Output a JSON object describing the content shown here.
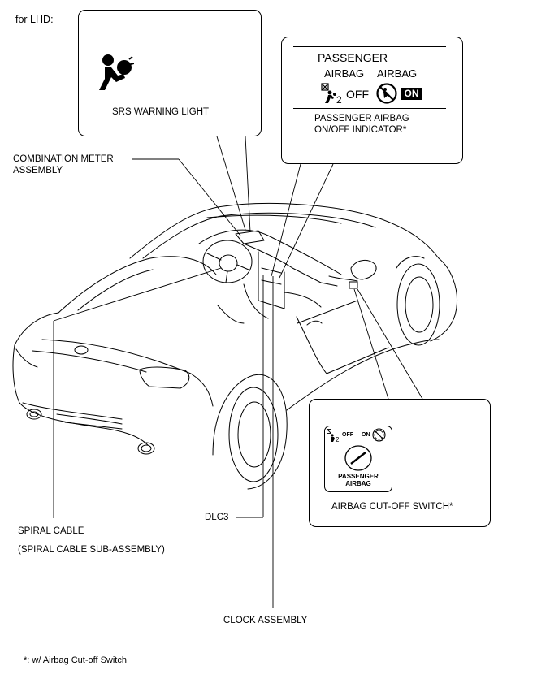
{
  "header": {
    "variant_label": "for LHD:"
  },
  "srs_callout": {
    "label": "SRS WARNING LIGHT",
    "icon": "airbag-warning-icon"
  },
  "indicator_callout": {
    "title": "PASSENGER",
    "col_left": "AIRBAG",
    "col_right": "AIRBAG",
    "off_text": "OFF",
    "on_text": "ON",
    "caption_line1": "PASSENGER AIRBAG",
    "caption_line2": "ON/OFF INDICATOR*"
  },
  "switch_callout": {
    "off_text": "OFF",
    "on_text": "ON",
    "panel_line1": "PASSENGER",
    "panel_line2": "AIRBAG",
    "caption": "AIRBAG CUT-OFF SWITCH*"
  },
  "labels": {
    "combination_meter_1": "COMBINATION METER",
    "combination_meter_2": "ASSEMBLY",
    "spiral_cable": "SPIRAL CABLE",
    "spiral_cable_sub": "(SPIRAL CABLE SUB-ASSEMBLY)",
    "dlc3": "DLC3",
    "clock_assembly": "CLOCK ASSEMBLY"
  },
  "footnote": "*: w/ Airbag Cut-off Switch"
}
